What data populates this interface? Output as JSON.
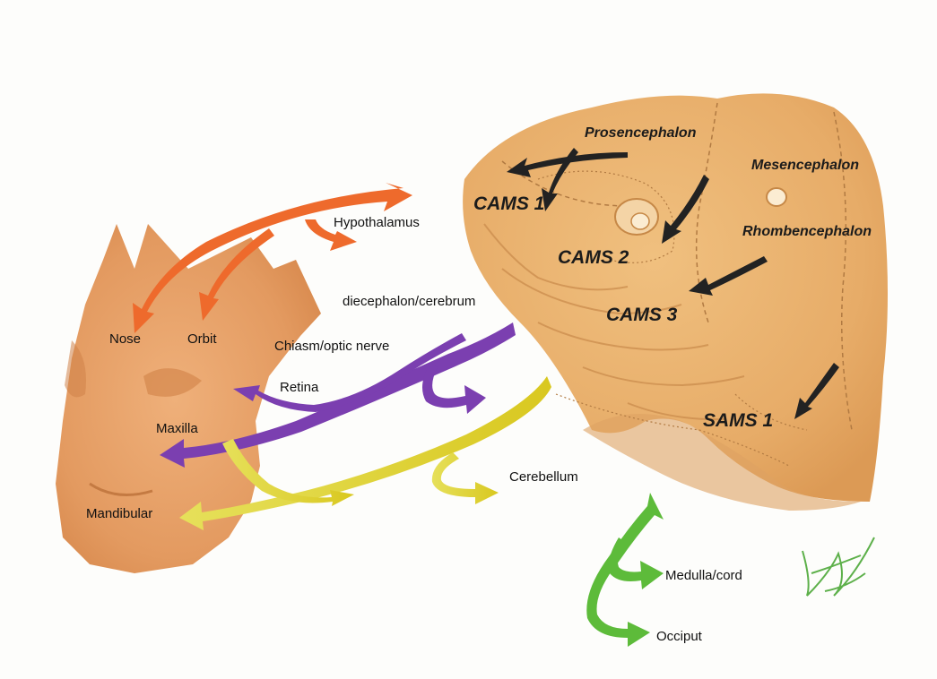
{
  "labels": {
    "hypothalamus": "Hypothalamus",
    "nose": "Nose",
    "orbit": "Orbit",
    "diencephalon": "diecephalon/cerebrum",
    "chiasm": "Chiasm/optic nerve",
    "retina": "Retina",
    "maxilla": "Maxilla",
    "mandibular": "Mandibular",
    "cerebellum": "Cerebellum",
    "medulla": "Medulla/cord",
    "occiput": "Occiput",
    "prosencephalon": "Prosencephalon",
    "mesencephalon": "Mesencephalon",
    "rhombencephalon": "Rhombencephalon",
    "cams1": "CAMS 1",
    "cams2": "CAMS 2",
    "cams3": "CAMS 3",
    "sams1": "SAMS 1"
  },
  "colors": {
    "orange_arrow": "#ee6a2c",
    "purple_arrow": "#7b3fb0",
    "yellow_arrow": "#e2d531",
    "green_arrow": "#5dbb3a",
    "skin": "#e6a26a",
    "embryo": "#e8b071"
  }
}
